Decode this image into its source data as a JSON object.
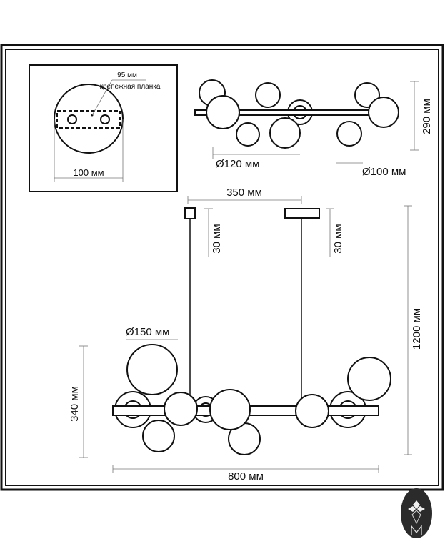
{
  "mount_detail": {
    "bracket_width": "95 мм",
    "bracket_label": "крепежная планка",
    "canopy_diameter": "100 мм"
  },
  "top_view": {
    "small_shade_diameter": "Ø120 мм",
    "smallest_shade_diameter": "Ø100 мм",
    "depth": "290 мм"
  },
  "front_view": {
    "canopy_spacing": "350 мм",
    "canopy_height_left": "30 мм",
    "canopy_height_right": "30 мм",
    "max_height": "1200 мм",
    "large_shade_diameter": "Ø150 мм",
    "body_height": "340 мм",
    "length": "800 мм"
  },
  "logo": {
    "letter": "M"
  }
}
